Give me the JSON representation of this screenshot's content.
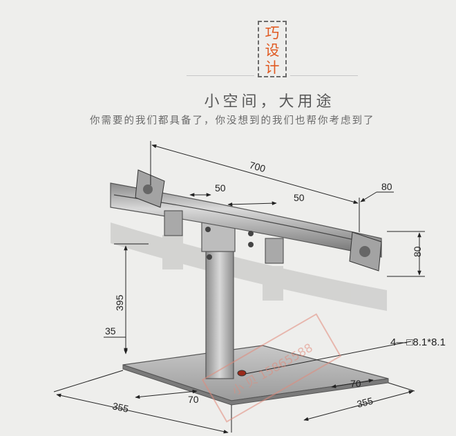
{
  "badge": {
    "chars": [
      "巧",
      "设",
      "计"
    ]
  },
  "headline": "小空间，大用途",
  "subline": "你需要的我们都具备了，你没想到的我们也帮你考虑到了",
  "dimensions": {
    "width_top": "700",
    "arm_mount": "80",
    "clamp_a": "50",
    "clamp_b": "50",
    "height_vesa": "80",
    "height_arm": "395",
    "base_offset": "35",
    "base_width": "355",
    "base_depth": "355",
    "base_slot_left": "70",
    "base_slot_right": "70",
    "hole_spec": "4—□8.1*8.1"
  },
  "watermark": {
    "text": "小 贝 15865588"
  }
}
